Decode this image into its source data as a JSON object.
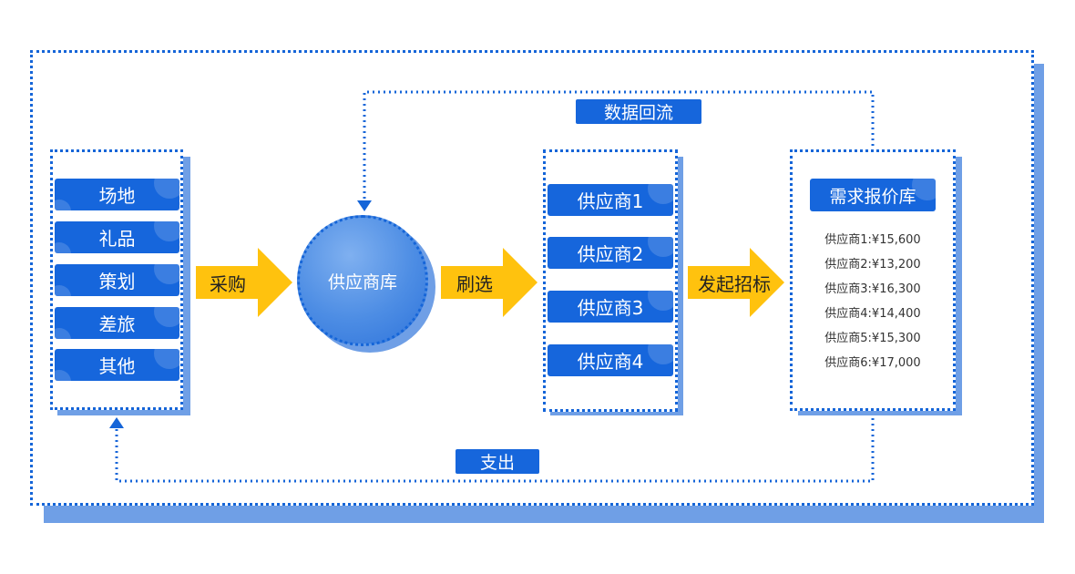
{
  "categories": [
    "场地",
    "礼品",
    "策划",
    "差旅",
    "其他"
  ],
  "arrows": {
    "purchase": "采购",
    "filter": "刷选",
    "tender": "发起招标"
  },
  "supplier_pool": "供应商库",
  "suppliers": [
    "供应商1",
    "供应商2",
    "供应商3",
    "供应商4"
  ],
  "quote_library": {
    "title": "需求报价库",
    "quotes": [
      "供应商1:¥15,600",
      "供应商2:¥13,200",
      "供应商3:¥16,300",
      "供应商4:¥14,400",
      "供应商5:¥15,300",
      "供应商6:¥17,000"
    ]
  },
  "flows": {
    "data_return": "数据回流",
    "expense": "支出"
  },
  "colors": {
    "primary": "#1666dc",
    "shadow": "#6f9fe6",
    "arrow": "#ffc20e",
    "border": "#1565d8"
  }
}
